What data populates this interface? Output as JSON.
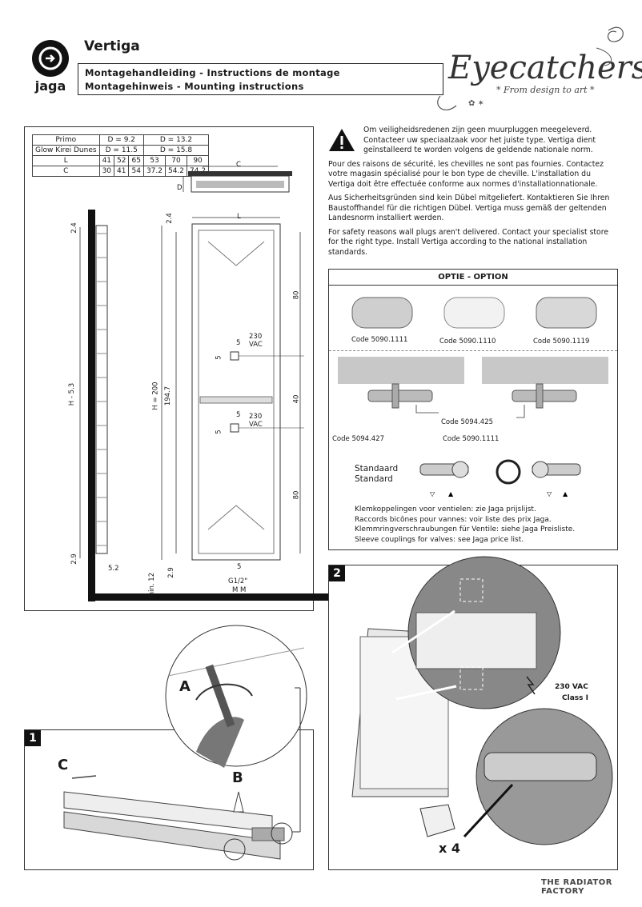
{
  "header": {
    "logo_text": "jaga",
    "product": "Vertiga",
    "title_line1": "Montagehandleiding -  Instructions de montage",
    "title_line2": "Montagehinweis -  Mounting instructions",
    "brand": "Eyecatchers",
    "brand_tagline": "* From design to art *"
  },
  "dimensions": {
    "rows": [
      [
        "Primo",
        "D = 9.2",
        "",
        "",
        "D = 13.2",
        "",
        ""
      ],
      [
        "Glow Kirei Dunes",
        "D = 11.5",
        "",
        "",
        "D = 15.8",
        "",
        ""
      ],
      [
        "L",
        "41",
        "52",
        "65",
        "53",
        "70",
        "90"
      ],
      [
        "C",
        "30",
        "41",
        "54",
        "37.2",
        "54.2",
        "74.2"
      ]
    ],
    "labels": {
      "c": "C",
      "d": "D",
      "l": "L",
      "top_24_a": "2.4",
      "top_24_b": "2.4",
      "h53": "H - 5.3",
      "h200": "H = 200",
      "h1947": "194.7",
      "b29_a": "2.9",
      "b29_b": "2.9",
      "b52": "5.2",
      "min12": "min. 12",
      "v80_a": "80",
      "v40": "40",
      "v80_b": "80",
      "five_a": "5",
      "five_b": "5",
      "five_c": "5",
      "five_d": "5",
      "five_e": "5",
      "vac_a": "230\nVAC",
      "vac_b": "230\nVAC",
      "g12": "G1/2\"",
      "mm": "M M"
    }
  },
  "warning": {
    "nl": "Om veiligheidsredenen zijn geen muurpluggen meegeleverd. Contacteer uw speciaalzaak voor het juiste type. Vertiga dient geïnstalleerd te worden volgens de geldende nationale norm.",
    "fr": "Pour des raisons de sécurité, les chevilles ne sont pas fournies. Contactez votre magasin spécialisé pour le bon type de cheville. L'installation du Vertiga doit être effectuée conforme aux normes d'installationnationale.",
    "de": "Aus Sicherheitsgründen sind kein Dübel mitgeliefert. Kontaktieren Sie Ihren Baustoffhandel für die richtigen Dübel. Vertiga muss gemäß der geltenden Landesnorm installiert werden.",
    "en": "For safety reasons wall plugs aren't delivered. Contact your specialist store for the right type. Install Vertiga according to the national installation standards."
  },
  "option": {
    "title": "OPTIE  -  OPTION",
    "codes_heads": [
      "Code 5090.1111",
      "Code 5090.1110",
      "Code 5090.1119"
    ],
    "code_5094425": "Code 5094.425",
    "code_5094427": "Code 5094.427",
    "code_50901111": "Code 5090.1111",
    "standard_nl": "Standaard",
    "standard_en": "Standard",
    "couplings": [
      "Klemkoppelingen voor ventielen: zie Jaga prijslijst.",
      "Raccords bicônes pour vannes: voir liste des prix Jaga.",
      "Klemmringverschraubungen für Ventile: siehe Jaga Preisliste.",
      "Sleeve couplings for valves: see Jaga price list."
    ]
  },
  "step1": {
    "number": "1",
    "a": "A",
    "b": "B",
    "c": "C"
  },
  "step2": {
    "number": "2",
    "vac": "230 VAC",
    "class": "Class I",
    "x4": "x 4"
  },
  "footer": {
    "site": "THE RADIATOR FACTORY"
  }
}
